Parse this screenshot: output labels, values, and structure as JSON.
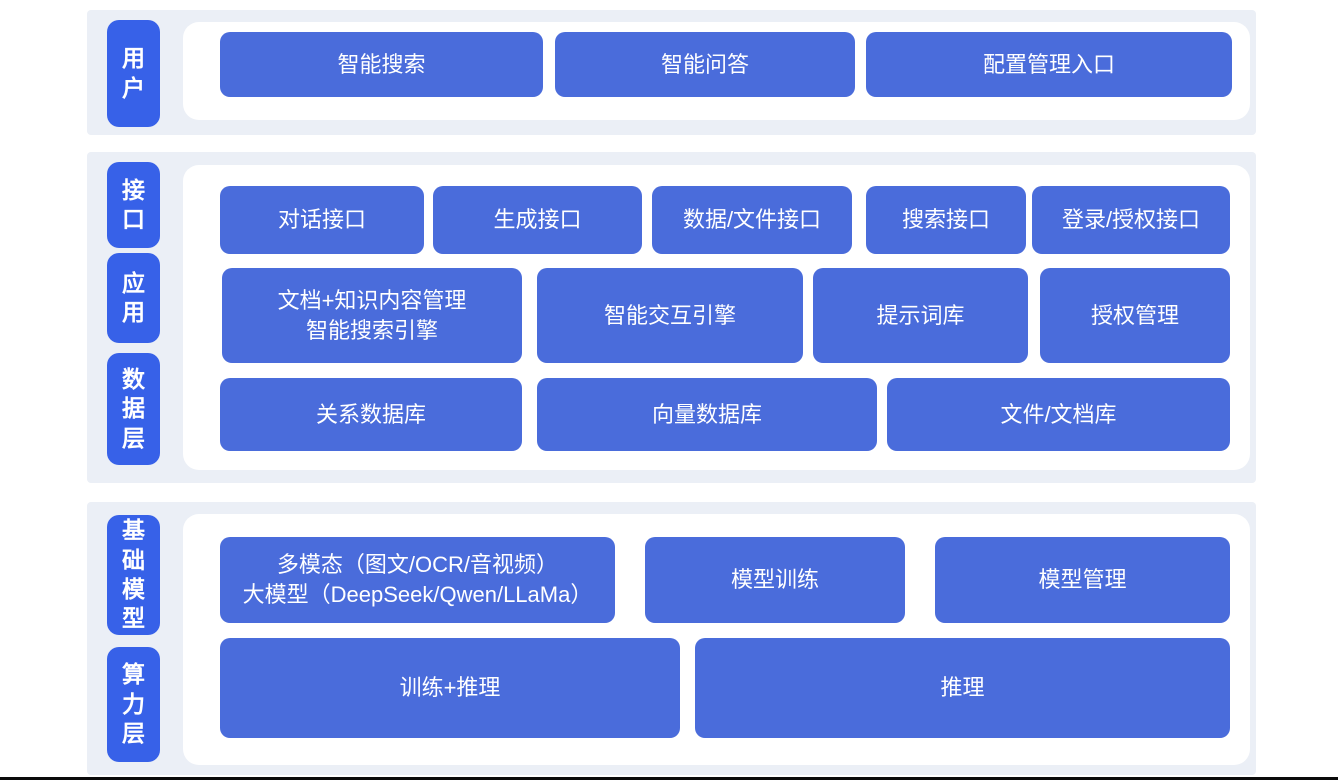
{
  "colors": {
    "label_blue": "#3761E8",
    "box_blue": "#4A6CDB",
    "band_bg": "#EBEFF6",
    "panel_bg": "#FFFFFF",
    "text_on_blue": "#FFFFFF",
    "baseline": "#0A0A0A"
  },
  "layers": {
    "user": {
      "label": "用户",
      "row": [
        "智能搜索",
        "智能问答",
        "配置管理入口"
      ]
    },
    "interface": {
      "label": "接口",
      "row": [
        "对话接口",
        "生成接口",
        "数据/文件接口",
        "搜索接口",
        "登录/授权接口"
      ]
    },
    "application": {
      "label": "应用",
      "row": [
        "文档+知识内容管理\n智能搜索引擎",
        "智能交互引擎",
        "提示词库",
        "授权管理"
      ]
    },
    "data": {
      "label": "数据层",
      "row": [
        "关系数据库",
        "向量数据库",
        "文件/文档库"
      ]
    },
    "foundation_model": {
      "label": "基础模型",
      "row": [
        "多模态（图文/OCR/音视频）\n大模型（DeepSeek/Qwen/LLaMa）",
        "模型训练",
        "模型管理"
      ]
    },
    "compute": {
      "label": "算力层",
      "row": [
        "训练+推理",
        "推理"
      ]
    }
  }
}
